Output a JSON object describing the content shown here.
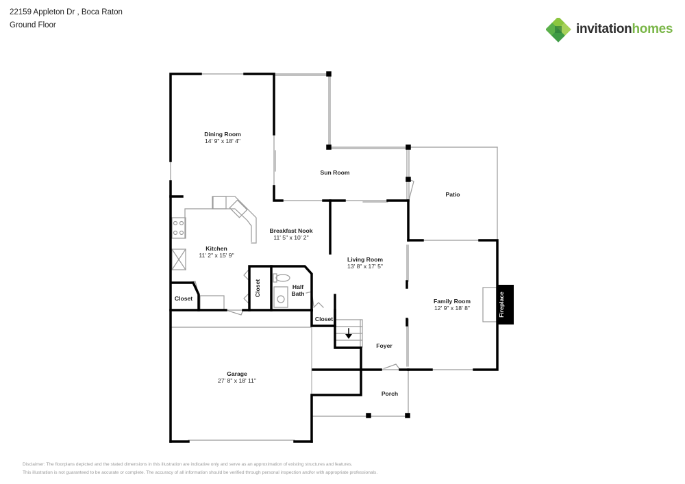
{
  "header": {
    "address": "22159 Appleton Dr , Boca Raton",
    "floor": "Ground Floor"
  },
  "logo": {
    "word1": "invitation",
    "word2": "homes",
    "colors": {
      "dark": "#2e2e2e",
      "green": "#7ab648",
      "green_dark": "#3f9b45",
      "green_light": "#8cc63f"
    }
  },
  "rooms": [
    {
      "name": "Dining Room",
      "dims": "14' 9\" x 18' 4\""
    },
    {
      "name": "Sun Room",
      "dims": ""
    },
    {
      "name": "Patio",
      "dims": ""
    },
    {
      "name": "Breakfast Nook",
      "dims": "11' 5\" x 10' 2\""
    },
    {
      "name": "Kitchen",
      "dims": "11' 2\" x 15' 9\""
    },
    {
      "name": "Living Room",
      "dims": "13' 8\" x 17' 5\""
    },
    {
      "name": "Family Room",
      "dims": "12' 9\" x 18' 8\""
    },
    {
      "name": "Closet",
      "dims": ""
    },
    {
      "name": "Closet",
      "dims": ""
    },
    {
      "name": "Half Bath",
      "dims": ""
    },
    {
      "name": "Closet",
      "dims": ""
    },
    {
      "name": "Foyer",
      "dims": ""
    },
    {
      "name": "Garage",
      "dims": "27' 8\" x 18' 11\""
    },
    {
      "name": "Porch",
      "dims": ""
    }
  ],
  "fixtures": {
    "fireplace": "Fireplace",
    "half_bath_line1": "Half",
    "half_bath_line2": "Bath"
  },
  "disclaimer": {
    "line1": "Disclaimer: The floorplans depicted and the stated dimensions in this illustration are indicative only and serve as an approximation of existing structures and features.",
    "line2": "This illustration is not guaranteed to be accurate or complete. The accuracy of all information should be verified through personal inspection and/or with appropriate professionals."
  }
}
